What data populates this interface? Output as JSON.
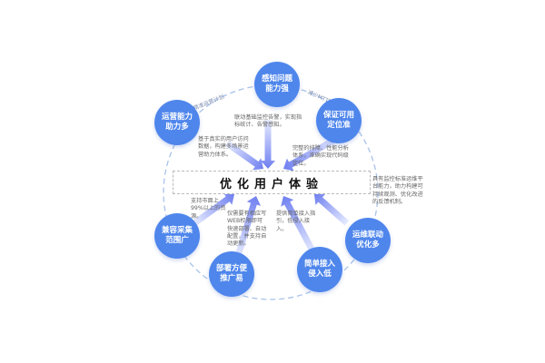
{
  "center_title": "优化用户体验",
  "arc_labels": [
    "及时精准运营计划",
    "减少MTTR"
  ],
  "nodes": [
    {
      "label": "感知问题能力强"
    },
    {
      "label": "运营能力助力多"
    },
    {
      "label": "保证可用定位准"
    },
    {
      "label": "兼容采集范围广"
    },
    {
      "label": "部署方便推广易"
    },
    {
      "label": "简单接入侵入低"
    },
    {
      "label": "运维联动优化多"
    }
  ],
  "descriptions": [
    "联动基础监控告警，实现指标统计、告警感知。",
    "基于真实的用户访问数据，构建多场景运营助力体系。",
    "完整的排障、性能分析体系，准确实现代码级定位。",
    "支持市面上99%以上的资源。",
    "仅需要有相应写WEB权限即可快速部署、自动配置，并支持自动更新。",
    "提供简单接入指引，低侵入接入。",
    "具有监控标准运维平台能力，助力构建可持续观测、优化改进的反馈机制。"
  ],
  "colors": {
    "node": "#4f86ec",
    "arrow": "#6f7ff0",
    "ring": "#a9c2ea"
  }
}
